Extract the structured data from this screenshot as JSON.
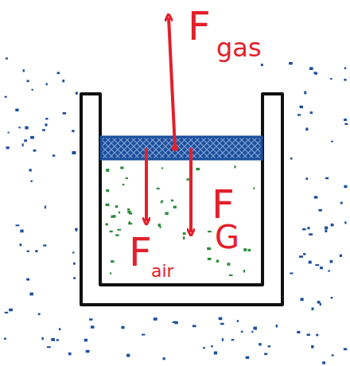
{
  "diagram": {
    "labels": [
      "F",
      "gas",
      "F",
      "air",
      "F",
      "G"
    ]
  }
}
